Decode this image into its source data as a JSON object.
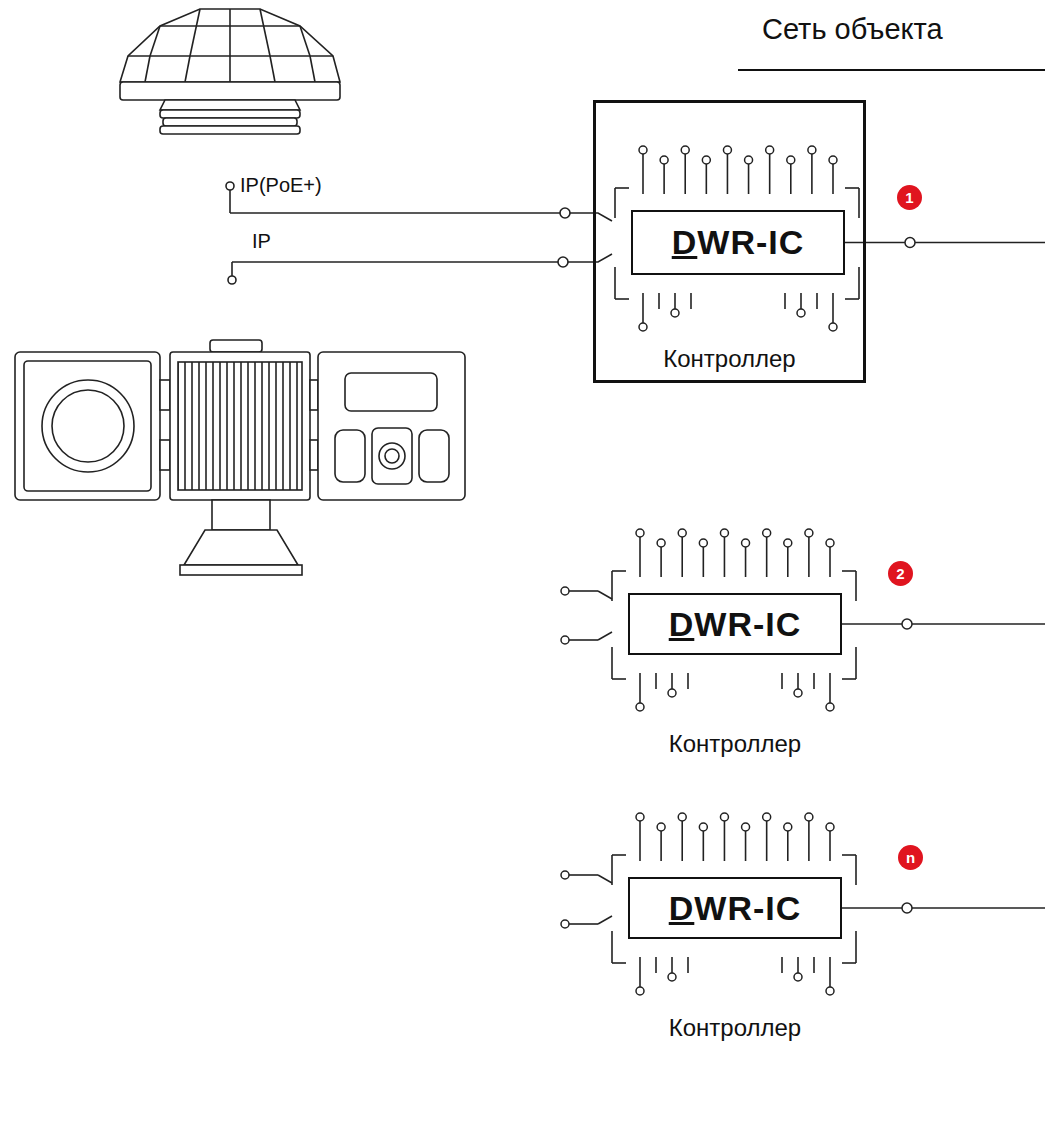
{
  "diagram": {
    "title": "Сеть объекта",
    "nodes": [
      {
        "text": [
          "Контроллер"
        ]
      },
      {
        "text": [
          "DWR-IC"
        ],
        "in": 0
      },
      {
        "text": [
          "DWR-IC",
          "Контроллер"
        ]
      },
      {
        "text": [
          "DWR-IC",
          "Контроллер"
        ]
      }
    ],
    "labels": [
      "IP(PoE+)",
      "IP",
      "1",
      "2",
      "n"
    ]
  }
}
